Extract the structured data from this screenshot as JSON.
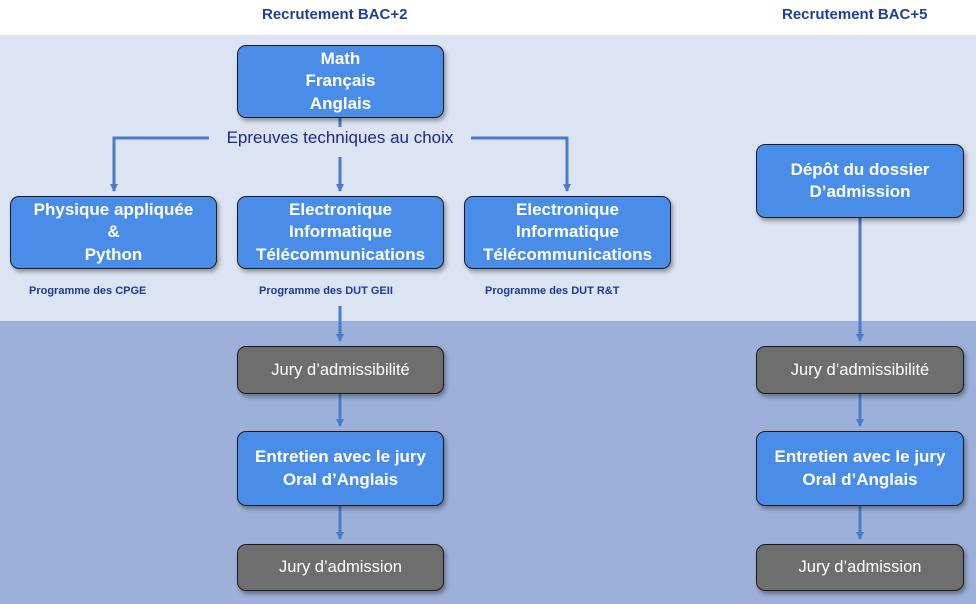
{
  "headers": {
    "bac2": "Recrutement BAC+2",
    "bac5": "Recrutement BAC+5"
  },
  "top_box": {
    "lines": [
      "Math",
      "Français",
      "Anglais"
    ]
  },
  "epreuves_label": "Epreuves techniques au choix",
  "options": [
    {
      "lines": [
        "Physique appliquée",
        "&",
        "Python"
      ],
      "program": "Programme des CPGE"
    },
    {
      "lines": [
        "Electronique",
        "Informatique",
        "Télécommunications"
      ],
      "program": "Programme des DUT GEII"
    },
    {
      "lines": [
        "Electronique",
        "Informatique",
        "Télécommunications"
      ],
      "program": "Programme des DUT R&T"
    }
  ],
  "bac5_depot": {
    "lines": [
      "Dépôt du dossier",
      "D’admission"
    ]
  },
  "bac2_flow": {
    "jury_admissibilite": "Jury d’admissibilité",
    "entretien": [
      "Entretien avec le jury",
      "Oral d’Anglais"
    ],
    "jury_admission": "Jury d’admission"
  },
  "bac5_flow": {
    "jury_admissibilite": "Jury d’admissibilité",
    "entretien": [
      "Entretien avec le jury",
      "Oral d’Anglais"
    ],
    "jury_admission": "Jury d’admission"
  },
  "colors": {
    "band_top": "#dce3f2",
    "band_bottom": "#9cb0d9",
    "box_blue": "#4a8de8",
    "box_gray": "#6e6e6e",
    "arrow": "#4a7ccc",
    "header_text": "#1f3f9a"
  }
}
